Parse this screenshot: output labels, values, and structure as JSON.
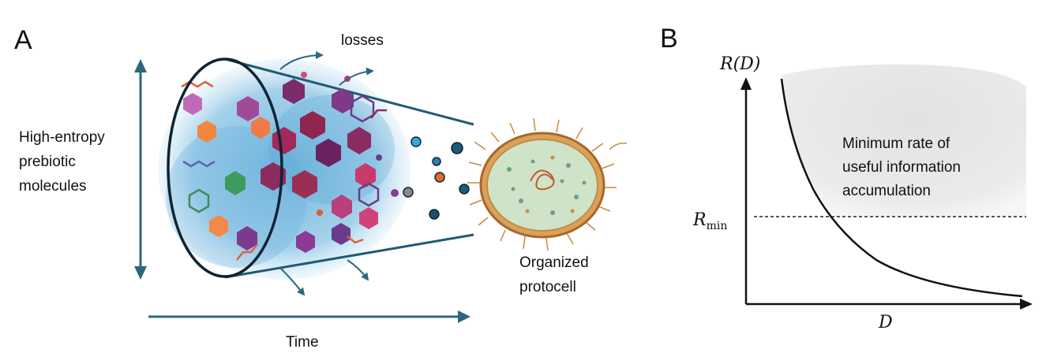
{
  "panel_a": {
    "label": "A",
    "losses_label": "losses",
    "left_label_lines": [
      "High-entropy",
      "prebiotic",
      "molecules"
    ],
    "time_label": "Time",
    "right_label_lines": [
      "Organized",
      "protocell"
    ]
  },
  "panel_b": {
    "label": "B",
    "y_axis_label": "R(D)",
    "x_axis_label": "D",
    "rmin_base": "R",
    "rmin_sub": "min",
    "region_label_lines": [
      "Minimum rate of",
      "useful information",
      "accumulation"
    ]
  },
  "colors": {
    "arrow_teal": "#2e6680",
    "cone_line": "#1f5a75",
    "ellipse": "#0f2433",
    "blue_cloud": "#5aa9d6",
    "shade": "#e9e9e9",
    "cell_membrane": "#c9823a",
    "cell_interior": "#cfe3c9"
  },
  "icons": [
    "loss-arrow-icon",
    "molecule-hexagon-icon",
    "protocell-icon"
  ]
}
